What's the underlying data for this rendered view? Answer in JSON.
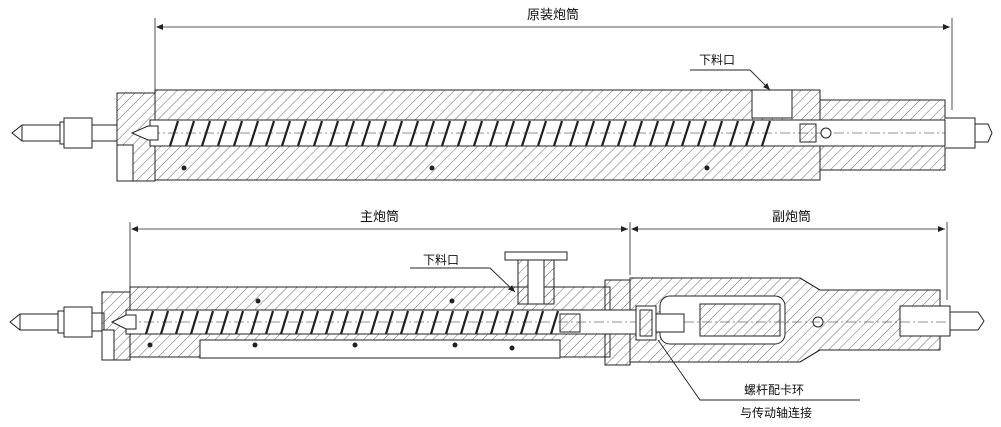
{
  "labels": {
    "original_barrel": "原装炮筒",
    "feed_port_top": "下料口",
    "main_barrel": "主炮筒",
    "secondary_barrel": "副炮筒",
    "feed_port_bottom": "下料口",
    "screw_ring_line1": "螺杆配卡环",
    "screw_ring_line2": "与传动轴连接"
  },
  "colors": {
    "line": "#222222",
    "hatch": "#555555",
    "background": "#ffffff"
  }
}
